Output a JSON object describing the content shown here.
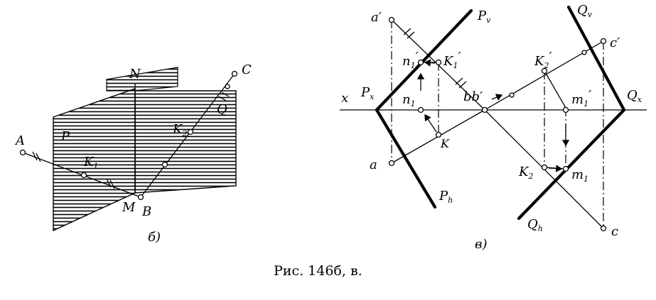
{
  "caption": "Рис. 146б, в.",
  "left_figure": {
    "subfigure_label": "б)",
    "points": {
      "A": "A",
      "B": "B",
      "C": "C",
      "M": "M",
      "N": "N",
      "P": "P",
      "Q": "Q",
      "K1": {
        "main": "K",
        "sub": "1"
      },
      "K2": {
        "main": "K",
        "sub": "2"
      }
    }
  },
  "right_figure": {
    "subfigure_label": "в)",
    "axis_x": "x",
    "labels": {
      "a_prime": "a′",
      "a": "a",
      "bb_prime": "bb′",
      "c_prime": "c′",
      "c": "c",
      "k": "K",
      "n1_prime": {
        "main": "n",
        "sub": "1",
        "prime": "′"
      },
      "n1": {
        "main": "n",
        "sub": "1"
      },
      "k1_prime": {
        "main": "K",
        "sub": "1",
        "prime": "′"
      },
      "k2_prime": {
        "main": "K",
        "sub": "2",
        "prime": "′"
      },
      "k2": {
        "main": "K",
        "sub": "2"
      },
      "m1_prime": {
        "main": "m",
        "sub": "1",
        "prime": "′"
      },
      "m1": {
        "main": "m",
        "sub": "1"
      },
      "Pv": {
        "main": "P",
        "sub": "v"
      },
      "Px": {
        "main": "P",
        "sub": "x"
      },
      "Ph": {
        "main": "P",
        "sub": "h"
      },
      "Qv": {
        "main": "Q",
        "sub": "v"
      },
      "Qx": {
        "main": "Q",
        "sub": "x"
      },
      "Qh": {
        "main": "Q",
        "sub": "h"
      }
    }
  }
}
